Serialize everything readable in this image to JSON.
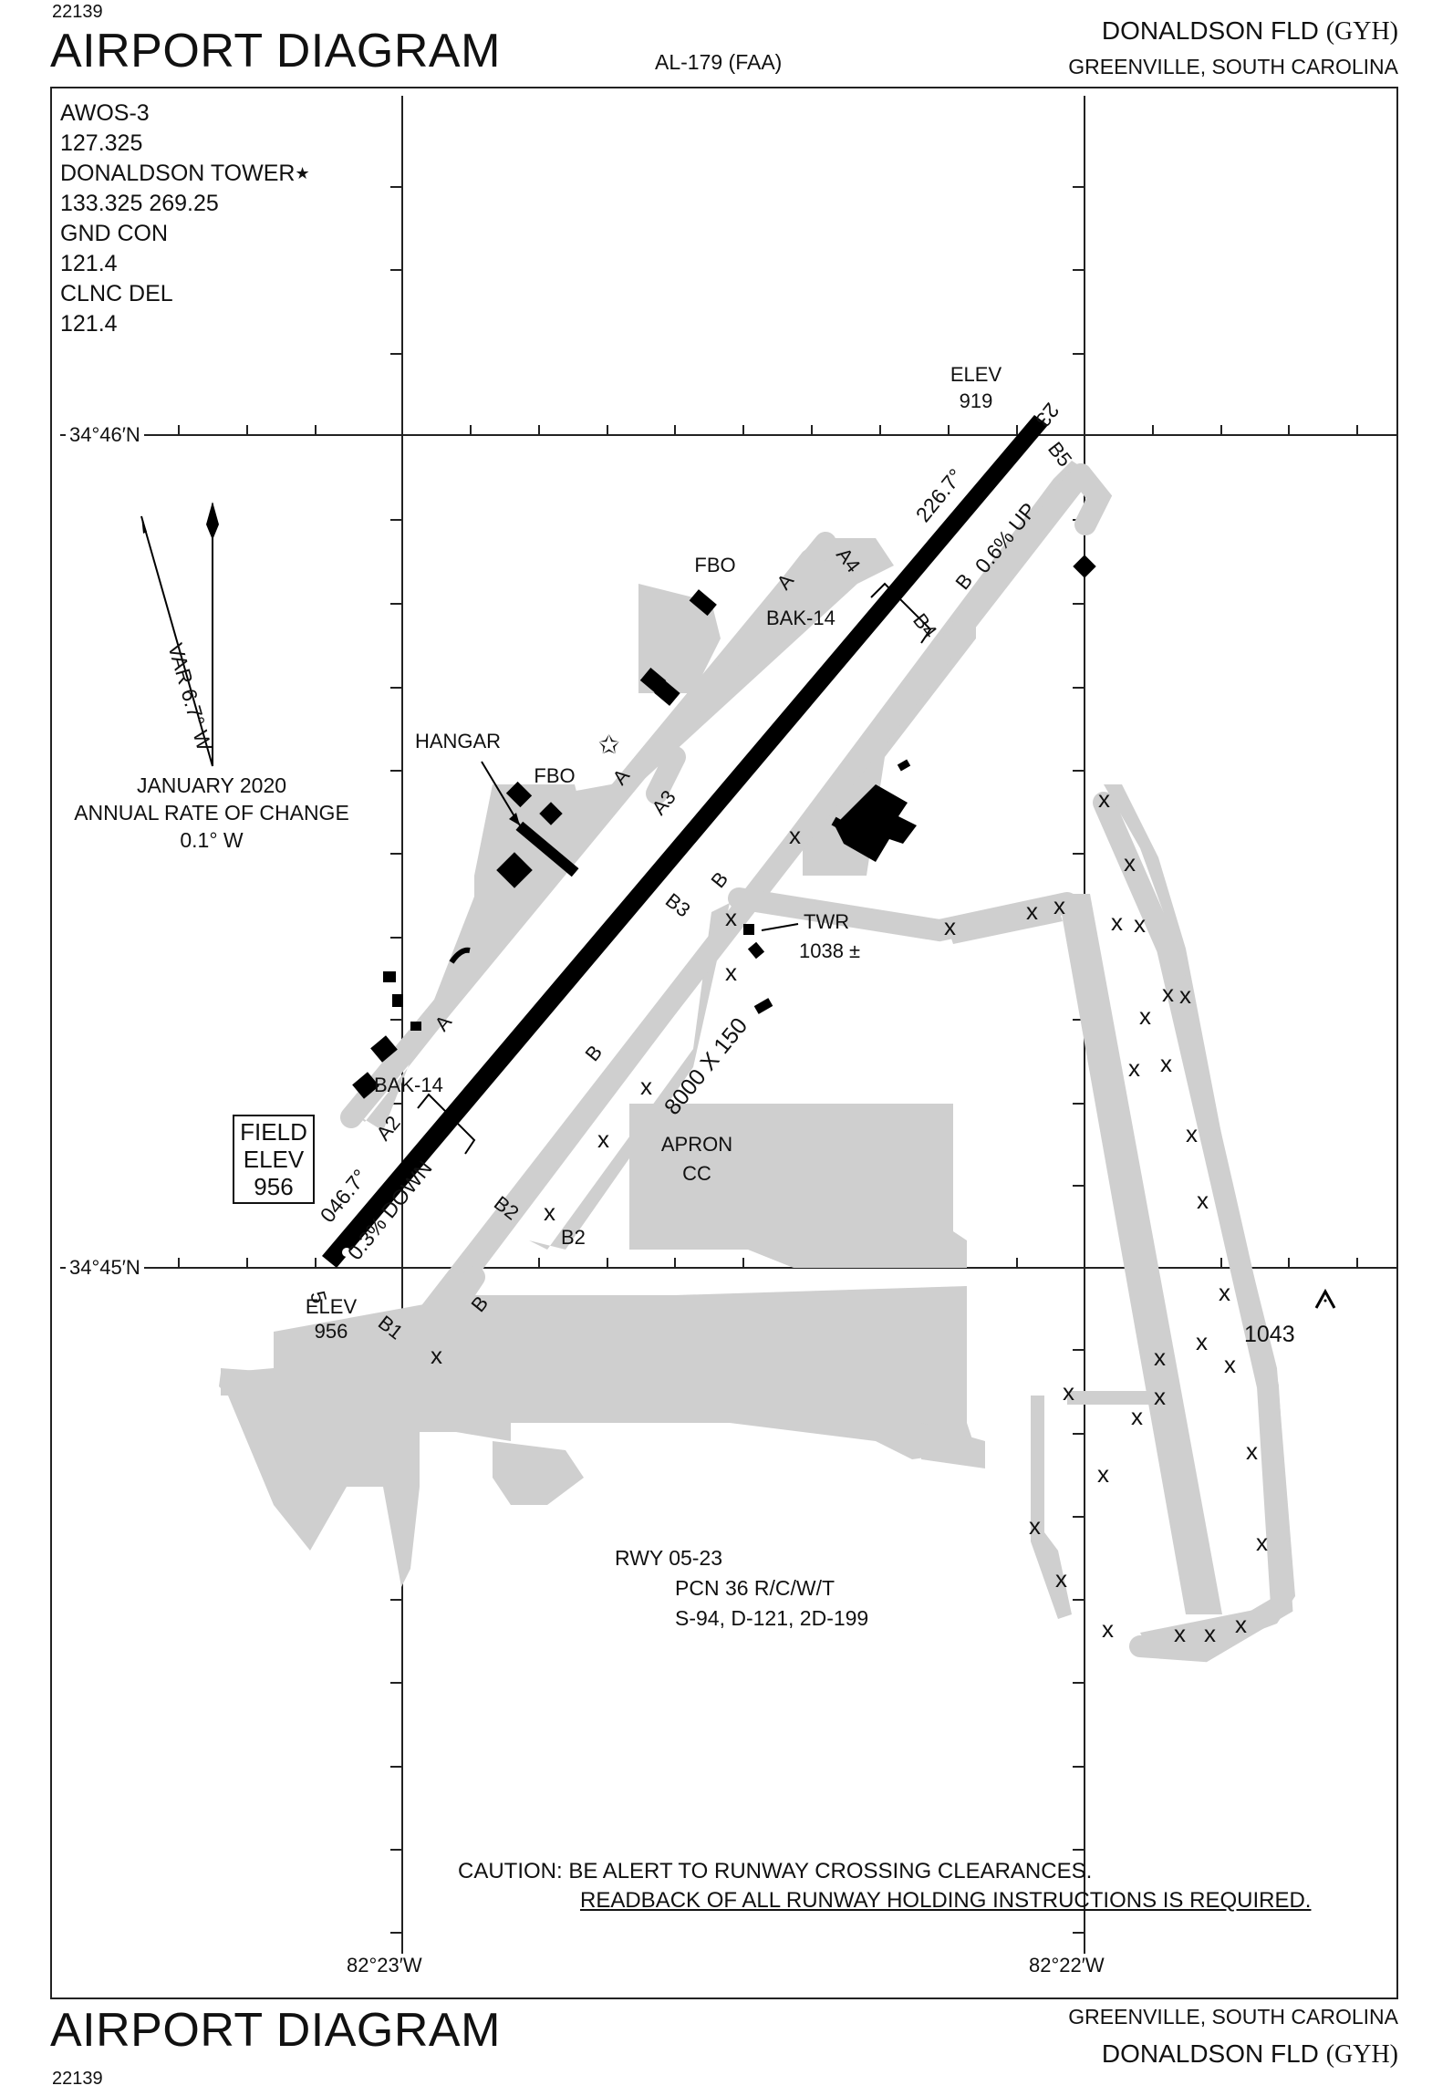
{
  "header": {
    "doc_number": "22139",
    "title": "AIRPORT DIAGRAM",
    "procedure_id": "AL-179 (FAA)",
    "airport_name": "DONALDSON FLD",
    "airport_id": "(GYH)",
    "location": "GREENVILLE, SOUTH CAROLINA"
  },
  "frequencies": [
    "AWOS-3",
    "127.325",
    "DONALDSON TOWER",
    "133.325  269.25",
    "GND CON",
    "121.4",
    "CLNC DEL",
    "121.4"
  ],
  "magnetic": {
    "variation": "VAR 6.7° W",
    "date": "JANUARY 2020",
    "rate_label": "ANNUAL RATE OF CHANGE",
    "rate": "0.1° W"
  },
  "coordinates": {
    "lat_north": "34°46′N",
    "lat_south": "34°45′N",
    "lon_west": "82°23′W",
    "lon_east": "82°22′W"
  },
  "runway": {
    "dimensions": "8000 X 150",
    "end_sw": "5",
    "end_ne": "23",
    "heading_sw": "046.7°",
    "heading_ne": "226.7°",
    "slope_sw": "0.3% DOWN",
    "slope_ne": "0.6% UP",
    "elev_label": "ELEV",
    "elev_sw": "956",
    "elev_ne": "919",
    "arresting_gear": "BAK-14"
  },
  "field_elev": {
    "line1": "FIELD",
    "line2": "ELEV",
    "value": "956"
  },
  "taxiways": {
    "A": "A",
    "A2": "A2",
    "A3": "A3",
    "A4": "A4",
    "B": "B",
    "B1": "B1",
    "B2": "B2",
    "B3": "B3",
    "B4": "B4",
    "B5": "B5"
  },
  "facilities": {
    "fbo": "FBO",
    "hangar": "HANGAR",
    "twr_label": "TWR",
    "twr_elev": "1038 ±",
    "apron_line1": "APRON",
    "apron_line2": "CC",
    "obstacle_elev": "1043"
  },
  "pcn": {
    "line1": "RWY 05-23",
    "line2": "PCN 36 R/C/W/T",
    "line3": "S-94, D-121, 2D-199"
  },
  "caution": {
    "line1": "CAUTION: BE ALERT TO RUNWAY CROSSING CLEARANCES.",
    "line2": "READBACK OF ALL RUNWAY HOLDING INSTRUCTIONS IS REQUIRED."
  },
  "footer": {
    "title": "AIRPORT DIAGRAM",
    "doc_number": "22139",
    "location": "GREENVILLE, SOUTH CAROLINA",
    "airport_name": "DONALDSON FLD",
    "airport_id": "(GYH)"
  },
  "colors": {
    "pavement": "#cfcfcf",
    "runway": "#000000",
    "building": "#000000"
  }
}
